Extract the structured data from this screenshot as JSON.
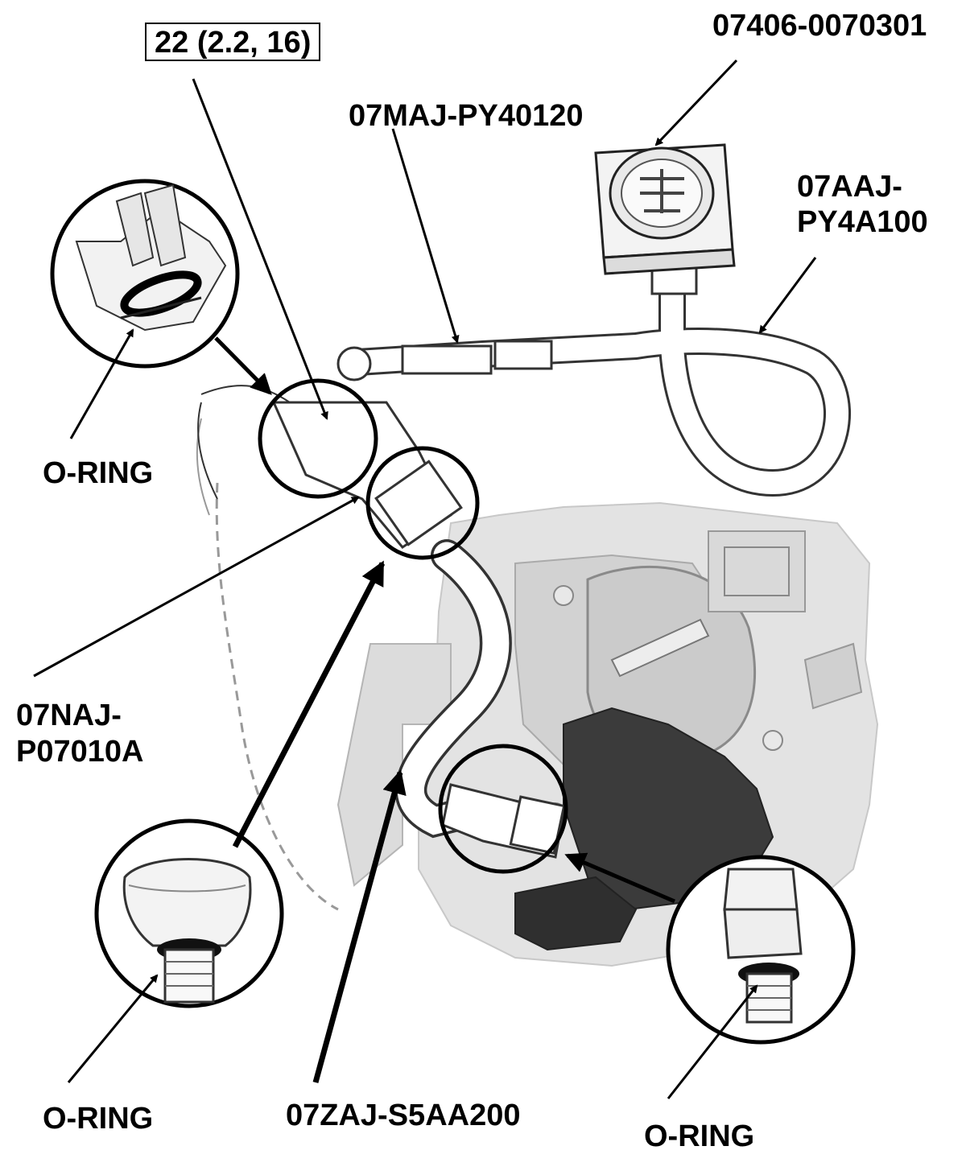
{
  "labels": {
    "torque_spec": "22 (2.2, 16)",
    "gauge_tool": "07406-0070301",
    "hose_upper": "07MAJ-PY40120",
    "hose_right_line1": "07AAJ-",
    "hose_right_line2": "PY4A100",
    "adapter_line1": "07NAJ-",
    "adapter_line2": "P07010A",
    "hose_lower": "07ZAJ-S5AA200",
    "oring_upper_left": "O-RING",
    "oring_lower_left": "O-RING",
    "oring_lower_right": "O-RING"
  }
}
